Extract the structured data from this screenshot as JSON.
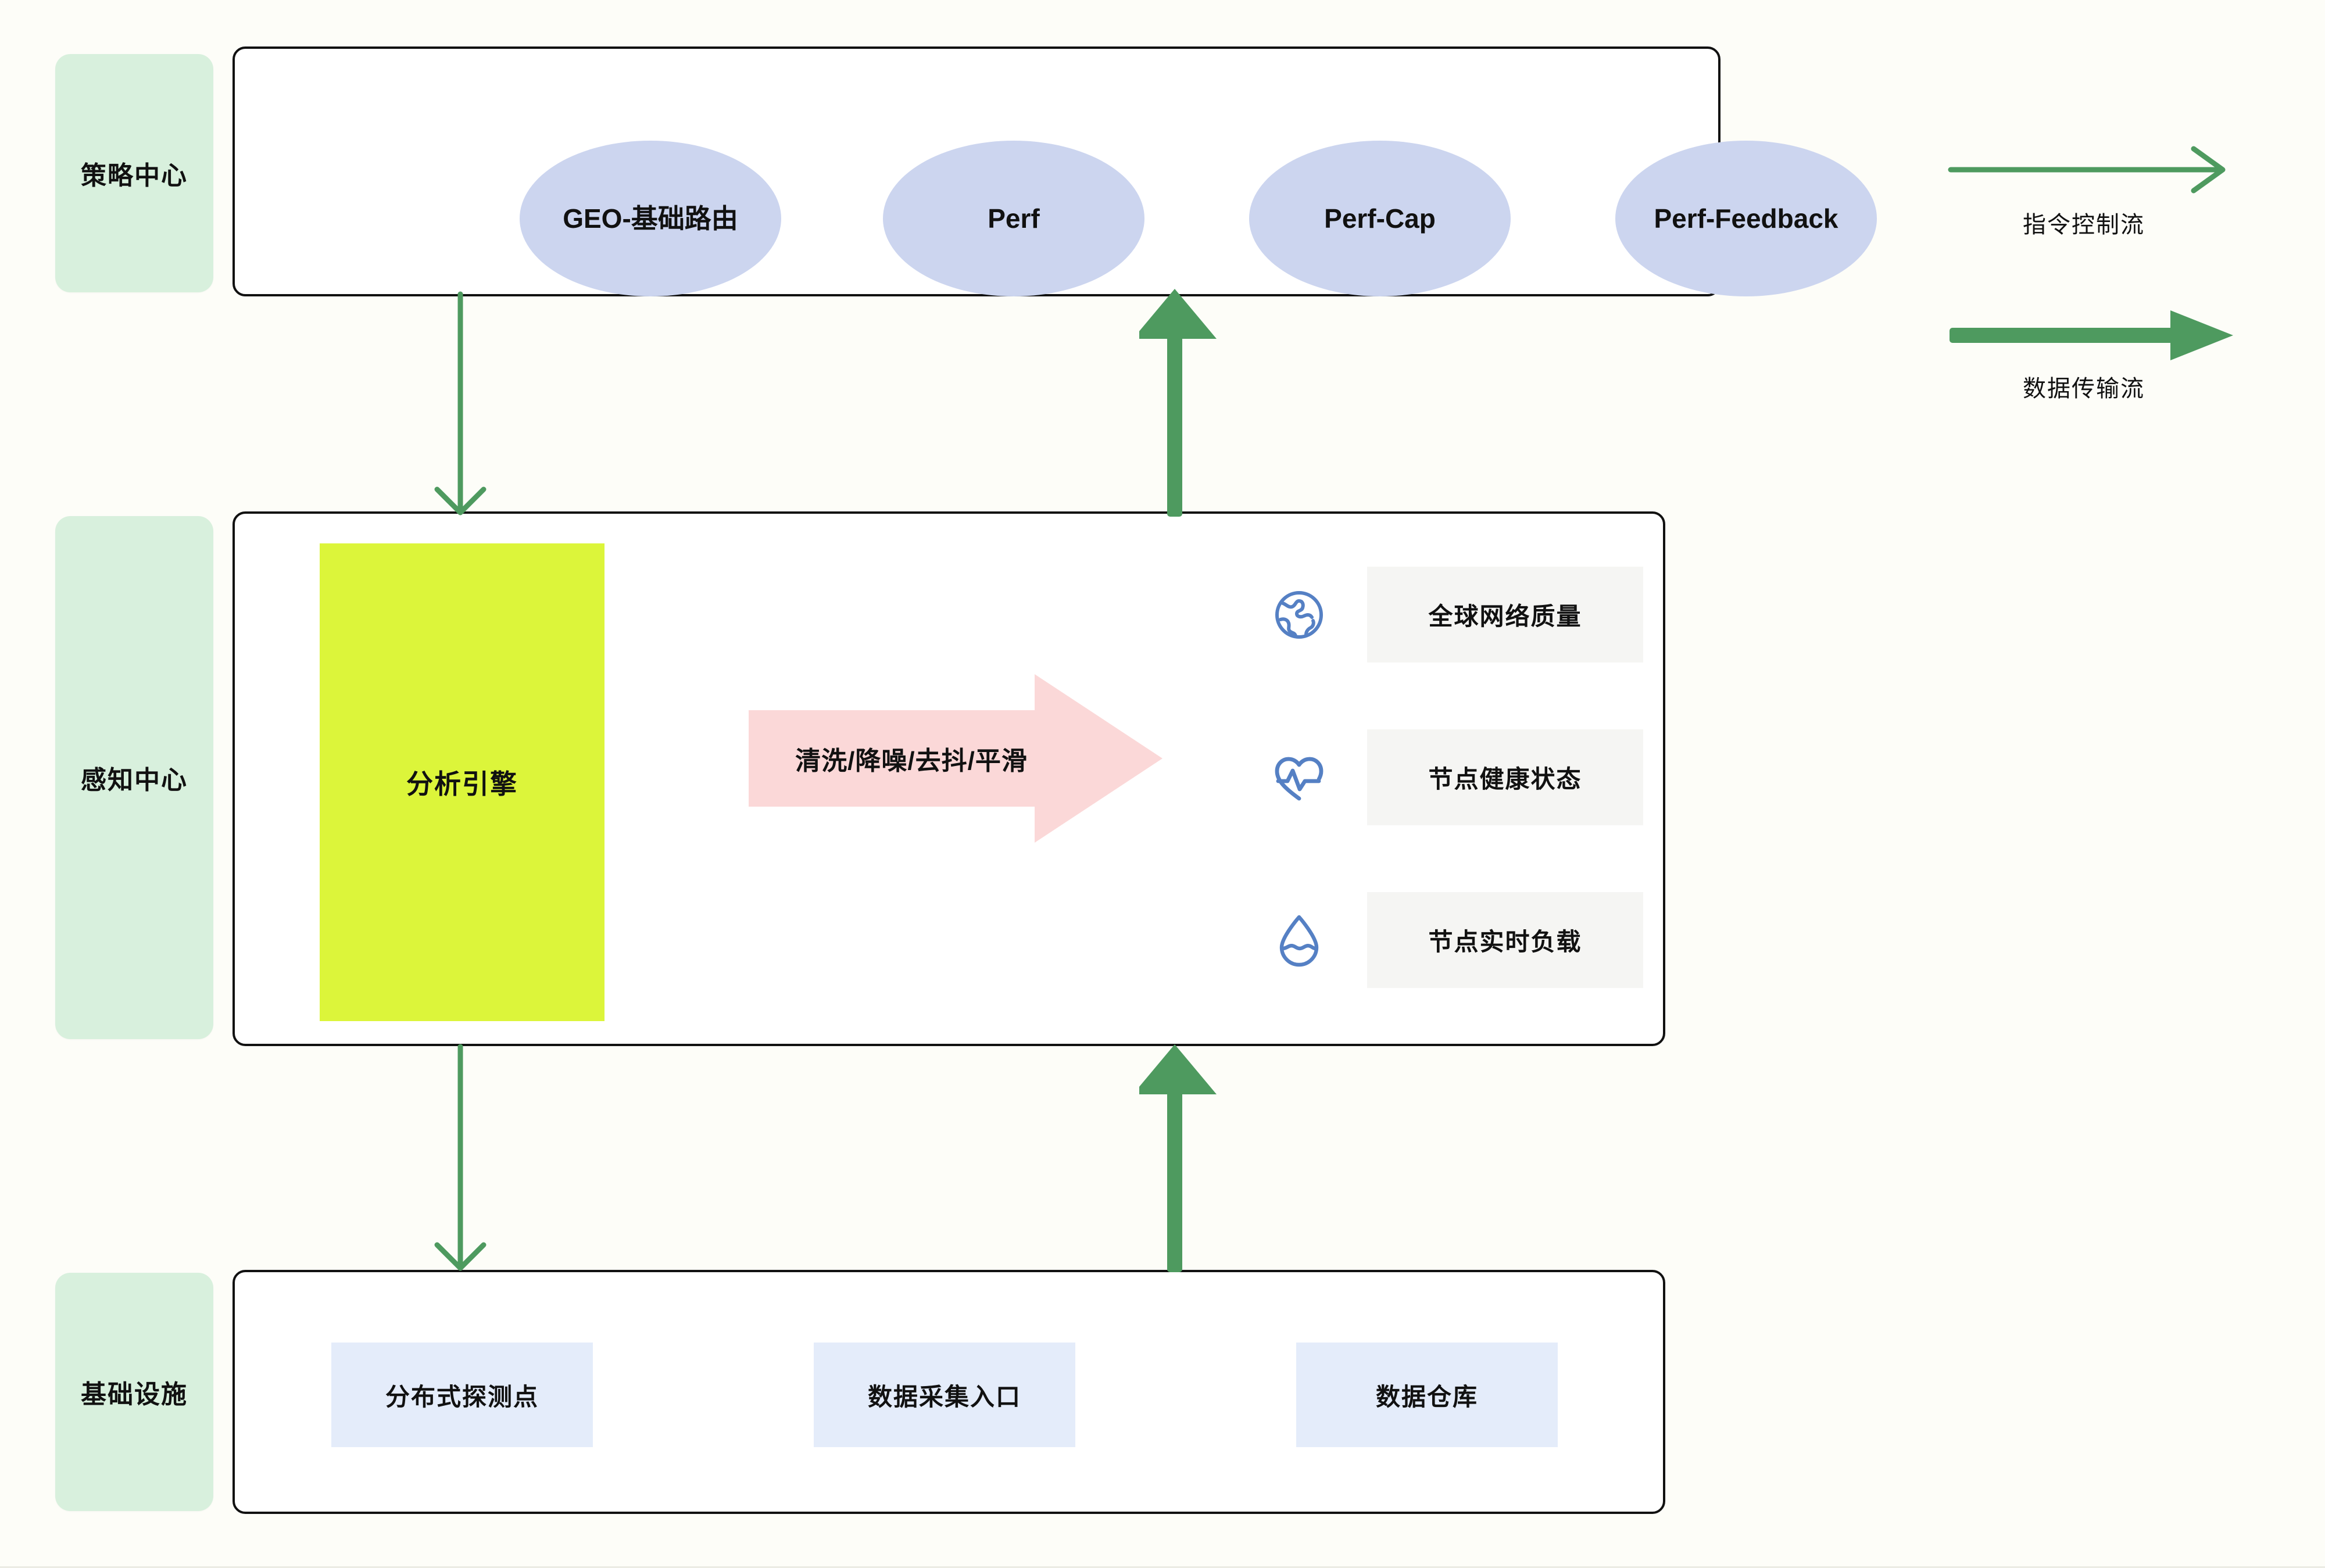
{
  "colors": {
    "lane_bg": "#d8f0dd",
    "panel_border": "#111111",
    "ellipse_fill": "#ccd5ef",
    "engine_fill": "#dcf53a",
    "process_arrow_fill": "#fbd8d8",
    "metric_card_bg": "#f5f5f3",
    "infra_card_bg": "#e4ecfa",
    "icon_blue": "#5580c4",
    "flow_green": "#4e9a5f",
    "page_bg": "#fdfdf8"
  },
  "lanes": [
    {
      "id": "strategy",
      "label": "策略中心"
    },
    {
      "id": "sense",
      "label": "感知中心"
    },
    {
      "id": "infra",
      "label": "基础设施"
    }
  ],
  "strategy_layer": {
    "nodes": [
      {
        "label": "GEO-基础路由"
      },
      {
        "label": "Perf"
      },
      {
        "label": "Perf-Cap"
      },
      {
        "label": "Perf-Feedback"
      }
    ]
  },
  "sense_layer": {
    "engine": {
      "label": "分析引擎"
    },
    "process_arrow": {
      "label": "清洗/降噪/去抖/平滑"
    },
    "metrics": [
      {
        "icon": "globe-icon",
        "label": "全球网络质量"
      },
      {
        "icon": "heart-pulse-icon",
        "label": "节点健康状态"
      },
      {
        "icon": "water-drop-icon",
        "label": "节点实时负载"
      }
    ]
  },
  "infra_layer": {
    "cards": [
      {
        "label": "分布式探测点"
      },
      {
        "label": "数据采集入口"
      },
      {
        "label": "数据仓库"
      }
    ]
  },
  "legend": {
    "items": [
      {
        "type": "thin-line-arrow",
        "label": "指令控制流"
      },
      {
        "type": "thick-block-arrow",
        "label": "数据传输流"
      }
    ]
  },
  "connectors": [
    {
      "id": "strategy-to-sense",
      "kind": "control",
      "direction": "down"
    },
    {
      "id": "sense-to-infra",
      "kind": "control",
      "direction": "down"
    },
    {
      "id": "sense-to-strategy",
      "kind": "data",
      "direction": "up"
    },
    {
      "id": "infra-to-sense",
      "kind": "data",
      "direction": "up"
    }
  ]
}
